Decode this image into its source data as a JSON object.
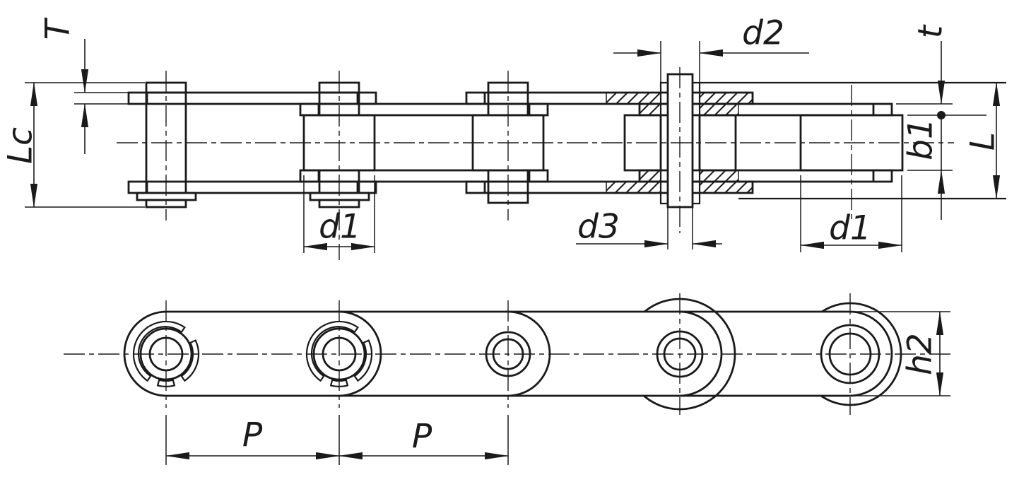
{
  "drawing": {
    "kind": "technical-drawing",
    "subject": "double-pitch roller chain, plan view with broken-out section and side elevation",
    "colors": {
      "line": "#1a1a1a",
      "background": "#ffffff"
    },
    "dims": {
      "T": "T",
      "Lc": "Lc",
      "d1_left": "d1",
      "d2": "d2",
      "d3": "d3",
      "d1_right": "d1",
      "t": "t",
      "b1": "b1",
      "L": "L",
      "h2": "h2",
      "p1": "P",
      "p2": "P"
    }
  }
}
